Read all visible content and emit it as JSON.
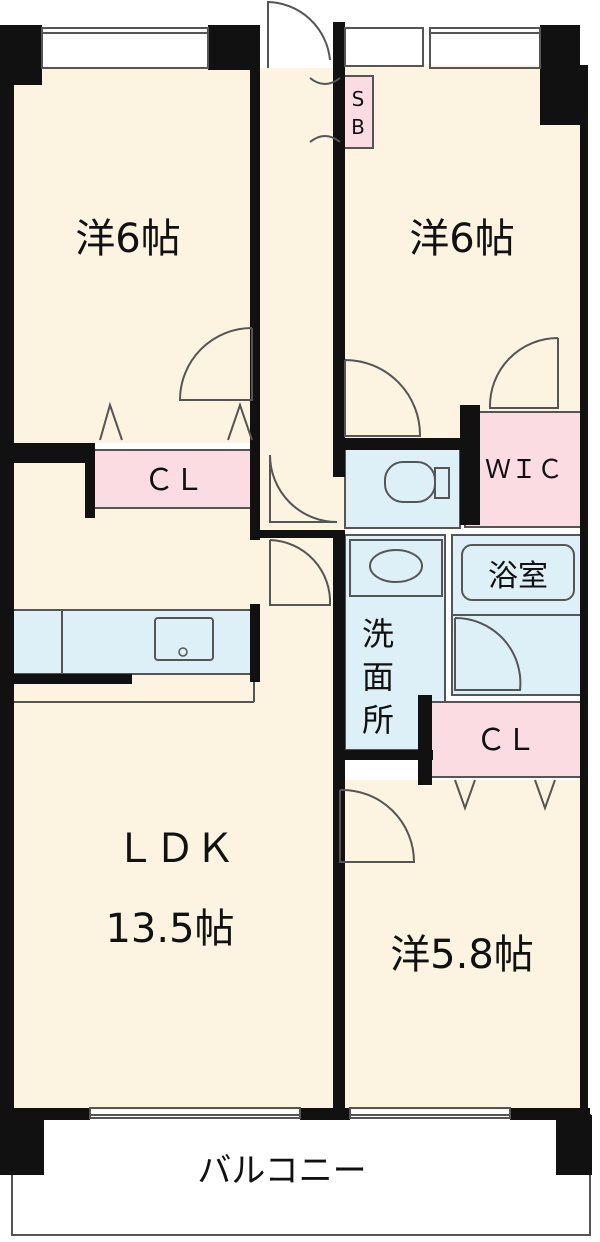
{
  "rooms": {
    "bedroom_nw": "洋6帖",
    "bedroom_ne": "洋6帖",
    "bedroom_se": "洋5.8帖",
    "ldk_name": "ＬＤＫ",
    "ldk_size": "13.5帖"
  },
  "storage": {
    "cl_west": "ＣＬ",
    "cl_east": "ＣＬ",
    "wic": "ＷＩＣ",
    "sb_top": "S",
    "sb_bottom": "B"
  },
  "wet_areas": {
    "bath": "浴室",
    "washroom": [
      "洗",
      "面",
      "所"
    ]
  },
  "balcony": "バルコニー",
  "colors": {
    "floor": "#FCF3E1",
    "wet": "#DDEFF7",
    "storage": "#FBDCE3",
    "wall": "#111111",
    "line": "#555555"
  }
}
